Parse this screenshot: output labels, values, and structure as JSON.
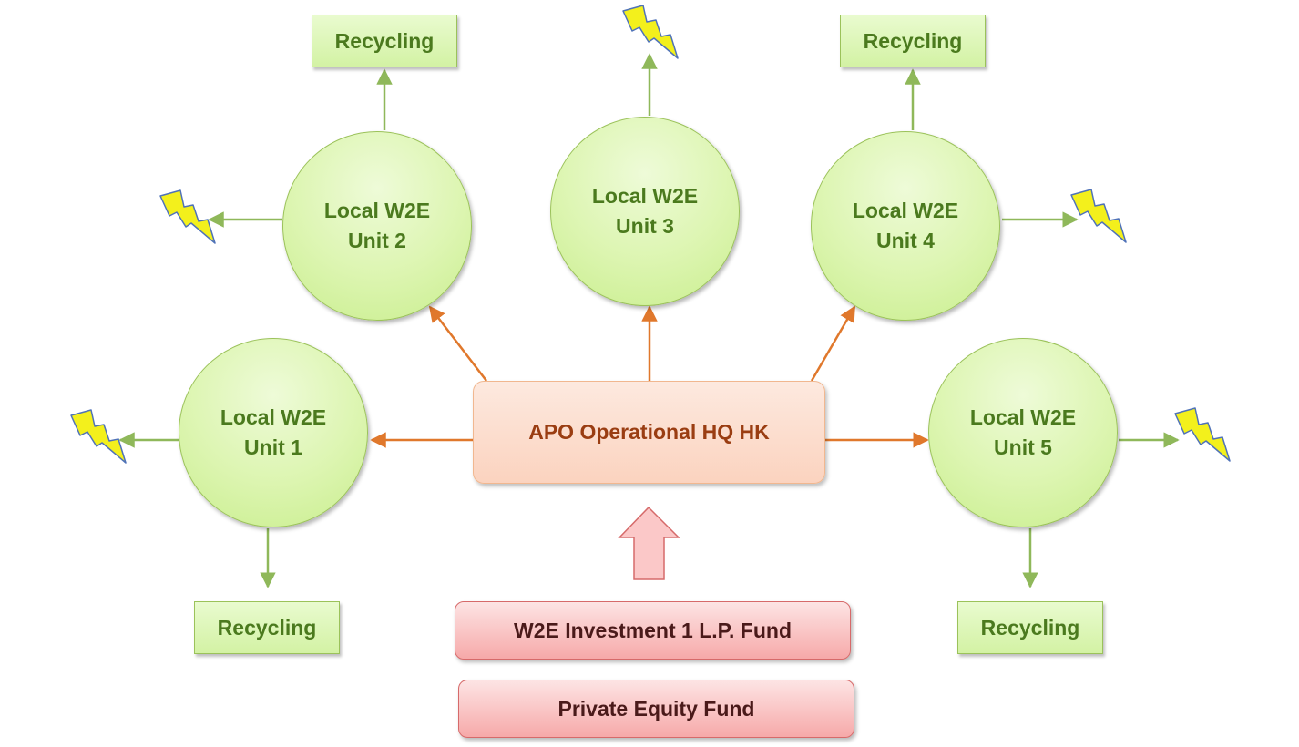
{
  "hq": {
    "label": "APO Operational HQ HK"
  },
  "units": [
    {
      "line1": "Local W2E",
      "line2": "Unit 1"
    },
    {
      "line1": "Local W2E",
      "line2": "Unit 2"
    },
    {
      "line1": "Local W2E",
      "line2": "Unit 3"
    },
    {
      "line1": "Local W2E",
      "line2": "Unit 4"
    },
    {
      "line1": "Local W2E",
      "line2": "Unit 5"
    }
  ],
  "recycling": [
    {
      "label": "Recycling"
    },
    {
      "label": "Recycling"
    },
    {
      "label": "Recycling"
    },
    {
      "label": "Recycling"
    }
  ],
  "funds": [
    {
      "label": "W2E Investment 1 L.P. Fund"
    },
    {
      "label": "Private Equity Fund"
    }
  ],
  "colors": {
    "hq_arrow": "#e0782c",
    "green_arrow": "#8fb85a",
    "unit_text": "#4b7a1e",
    "hq_text": "#9a3d12",
    "fund_text": "#4a1a1a",
    "bolt_fill": "#f3f01c",
    "bolt_stroke": "#4f72b8"
  },
  "icons": {
    "energy": "lightning-bolt-icon",
    "funding": "up-arrow-icon"
  }
}
